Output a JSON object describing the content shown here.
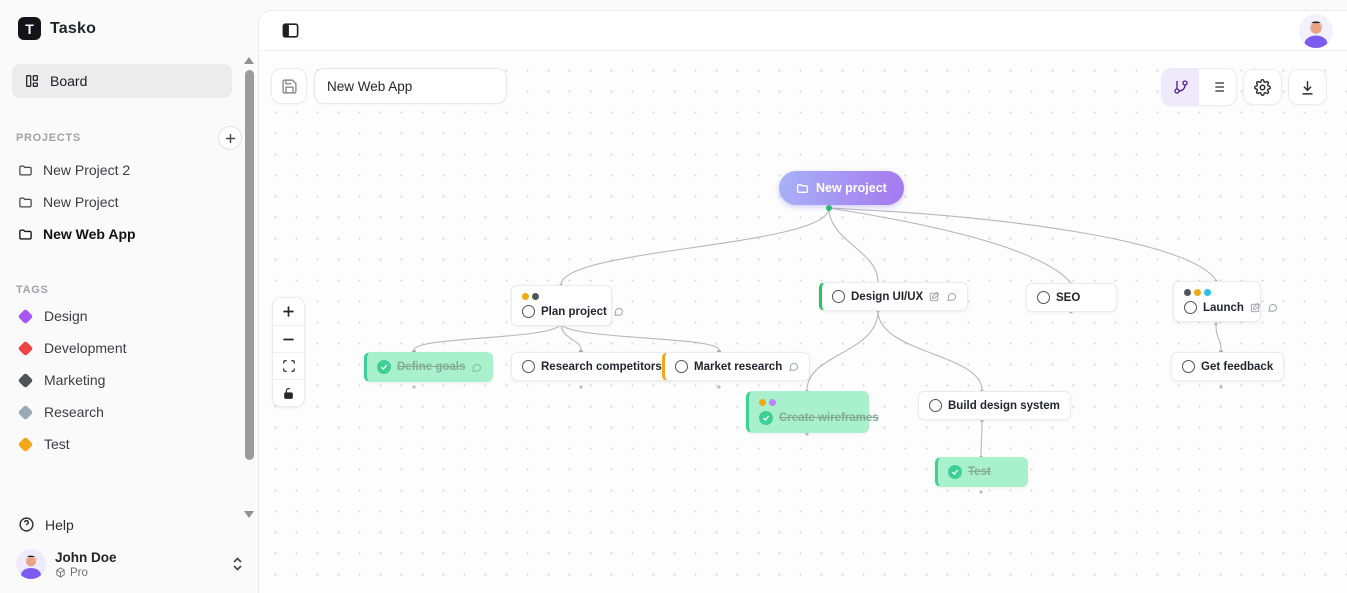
{
  "app": {
    "name": "Tasko",
    "logo_letter": "T"
  },
  "sidebar": {
    "board": {
      "label": "Board"
    },
    "projects": {
      "header": "PROJECTS",
      "items": [
        {
          "label": "New Project 2"
        },
        {
          "label": "New Project"
        },
        {
          "label": "New Web App",
          "active": true
        }
      ]
    },
    "tags": {
      "header": "TAGS",
      "items": [
        {
          "label": "Design",
          "color": "#a855f7"
        },
        {
          "label": "Development",
          "color": "#ef4444"
        },
        {
          "label": "Marketing",
          "color": "#52525b"
        },
        {
          "label": "Research",
          "color": "#9aa9b6"
        },
        {
          "label": "Test",
          "color": "#f0a818"
        }
      ]
    },
    "help": {
      "label": "Help",
      "icon_glyph": "?"
    },
    "user": {
      "name": "John Doe",
      "plan": "Pro"
    }
  },
  "canvas_toolbar": {
    "project_name_value": "New Web App",
    "active_view": "tree"
  },
  "canvas": {
    "root": {
      "label": "New project",
      "gradient_start": "#a7b2f6",
      "gradient_end": "#a678ef"
    },
    "nodes": {
      "plan": {
        "label": "Plan project",
        "dots": [
          "#f0a818",
          "#52525b"
        ]
      },
      "design": {
        "label": "Design UI/UX",
        "accent": "#22c55e"
      },
      "seo": {
        "label": "SEO"
      },
      "launch": {
        "label": "Launch",
        "dots": [
          "#52525b",
          "#f0a818",
          "#29c1e8"
        ]
      },
      "define": {
        "label": "Define goals",
        "done": true
      },
      "research": {
        "label": "Research competitors"
      },
      "market": {
        "label": "Market research",
        "accent": "#f0a818"
      },
      "wireframes": {
        "label": "Create wireframes",
        "done": true,
        "dots": [
          "#f0a818",
          "#c084fc"
        ]
      },
      "build": {
        "label": "Build design system"
      },
      "feedback": {
        "label": "Get feedback"
      },
      "test": {
        "label": "Test",
        "done": true
      }
    },
    "colors": {
      "edge": "#b6b6be",
      "done_bg": "#a9f0cc",
      "done_accent": "#3ecf96",
      "done_text": "#83ab97"
    }
  }
}
